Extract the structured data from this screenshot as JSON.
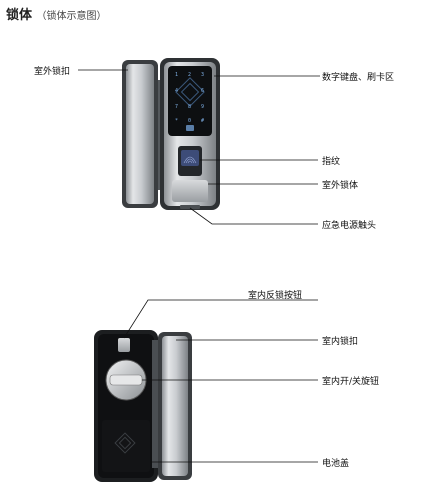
{
  "title": {
    "main": "锁体",
    "sub": "（锁体示意图）"
  },
  "labels": {
    "outer_lock_catch": "室外锁扣",
    "keypad_card_area": "数字键盘、刷卡区",
    "fingerprint": "指纹",
    "outer_lock_body": "室外锁体",
    "emergency_power": "应急电源触头",
    "inner_reverse_lock_button": "室内反锁按钮",
    "inner_lock_catch": "室内锁扣",
    "inner_open_close_knob": "室内开/关旋钮",
    "battery_cover": "电池盖"
  }
}
